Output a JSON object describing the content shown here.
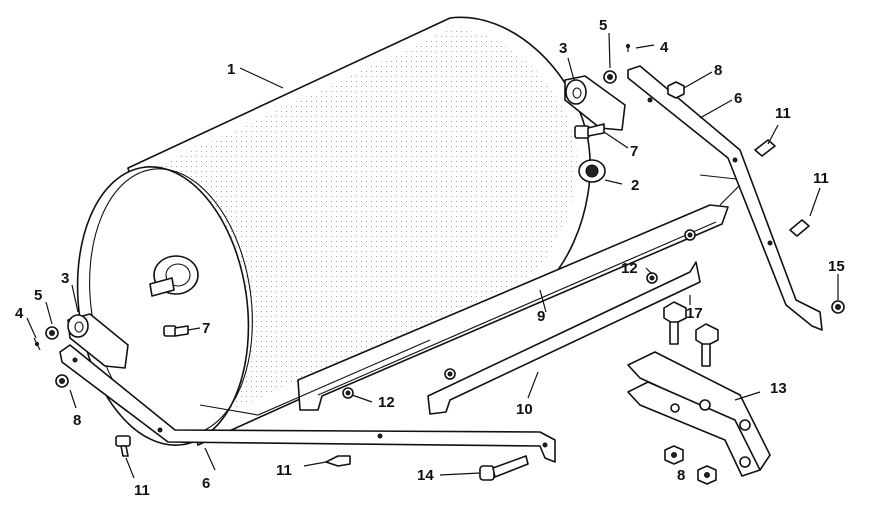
{
  "callouts": [
    {
      "id": "c1",
      "label": "1"
    },
    {
      "id": "c2",
      "label": "2"
    },
    {
      "id": "c3a",
      "label": "3"
    },
    {
      "id": "c3b",
      "label": "3"
    },
    {
      "id": "c4a",
      "label": "4"
    },
    {
      "id": "c4b",
      "label": "4"
    },
    {
      "id": "c5a",
      "label": "5"
    },
    {
      "id": "c5b",
      "label": "5"
    },
    {
      "id": "c6a",
      "label": "6"
    },
    {
      "id": "c6b",
      "label": "6"
    },
    {
      "id": "c7a",
      "label": "7"
    },
    {
      "id": "c7b",
      "label": "7"
    },
    {
      "id": "c8a",
      "label": "8"
    },
    {
      "id": "c8b",
      "label": "8"
    },
    {
      "id": "c8c",
      "label": "8"
    },
    {
      "id": "c9",
      "label": "9"
    },
    {
      "id": "c10",
      "label": "10"
    },
    {
      "id": "c11a",
      "label": "11"
    },
    {
      "id": "c11b",
      "label": "11"
    },
    {
      "id": "c11c",
      "label": "11"
    },
    {
      "id": "c11d",
      "label": "11"
    },
    {
      "id": "c12a",
      "label": "12"
    },
    {
      "id": "c12b",
      "label": "12"
    },
    {
      "id": "c13",
      "label": "13"
    },
    {
      "id": "c14",
      "label": "14"
    },
    {
      "id": "c15",
      "label": "15"
    },
    {
      "id": "c17",
      "label": "17"
    }
  ]
}
